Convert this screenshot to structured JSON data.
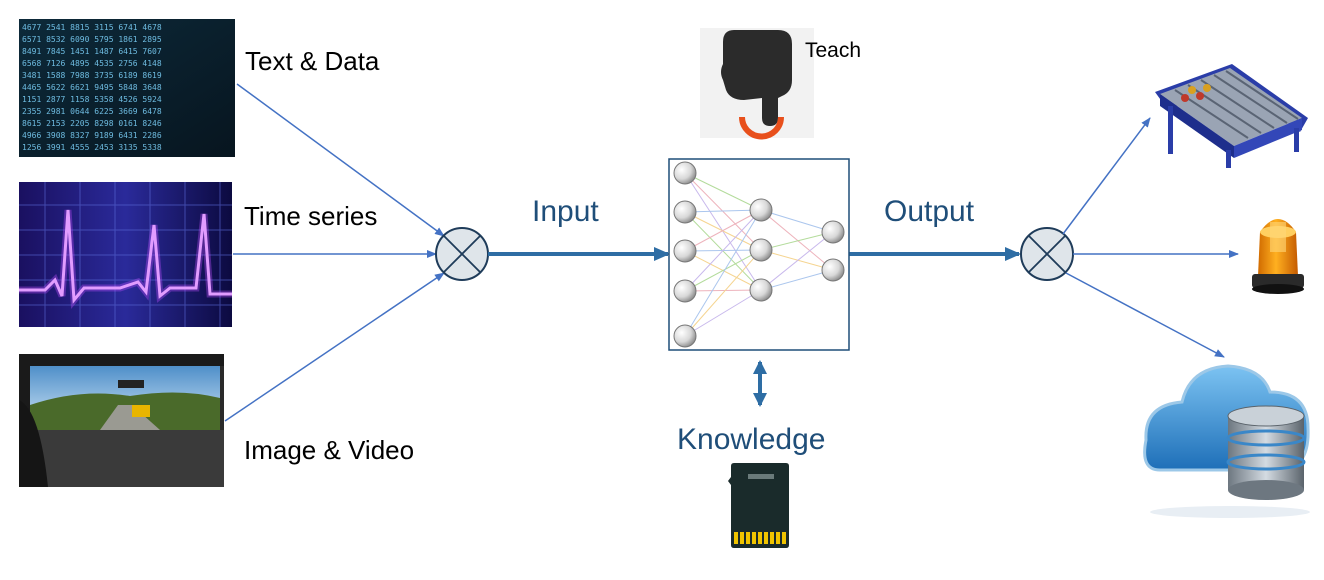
{
  "colors": {
    "arrow": "#4472c4",
    "main_flow": "#2e6da4",
    "flow_text": "#1f4e79",
    "node_border": "#1f3c5a",
    "teach_ring": "#e8501c",
    "sd_contacts": "#f0c400"
  },
  "inputs": [
    {
      "label": "Text & Data",
      "icon": "matrix-numbers-image"
    },
    {
      "label": "Time series",
      "icon": "heartbeat-signal-image"
    },
    {
      "label": "Image & Video",
      "icon": "road-driving-image"
    }
  ],
  "flow": {
    "input_label": "Input",
    "output_label": "Output",
    "knowledge_label": "Knowledge",
    "teach_label": "Teach"
  },
  "outputs": [
    {
      "icon": "conveyor-icon"
    },
    {
      "icon": "warning-beacon-icon"
    },
    {
      "icon": "cloud-database-icon"
    }
  ]
}
